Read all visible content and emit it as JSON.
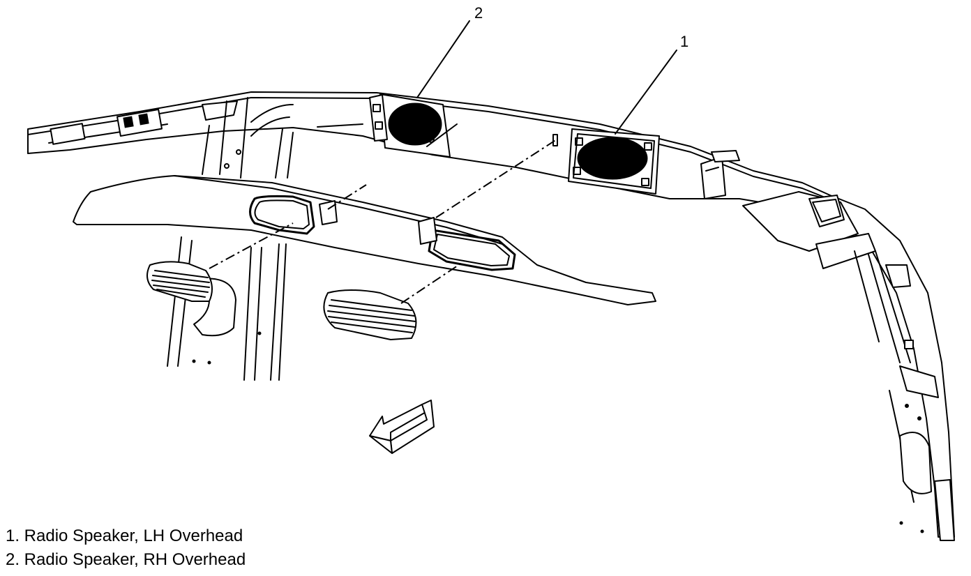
{
  "callouts": [
    {
      "number": "1"
    },
    {
      "number": "2"
    }
  ],
  "legend": [
    {
      "text": "1. Radio Speaker, LH Overhead"
    },
    {
      "text": "2. Radio Speaker, RH Overhead"
    }
  ],
  "icons": {
    "direction_arrow": "front-direction-arrow-icon"
  }
}
